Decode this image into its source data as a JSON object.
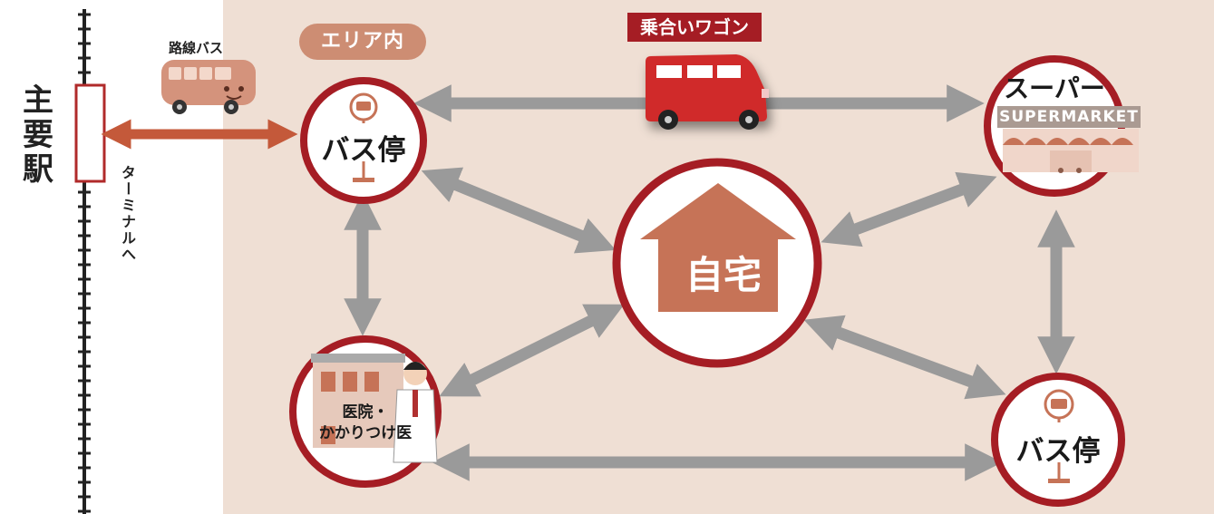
{
  "station": {
    "name": "主要駅",
    "terminal_text": "ターミナルへ"
  },
  "route_bus": {
    "label": "路線バス"
  },
  "area": {
    "label": "エリア内"
  },
  "wagon": {
    "label": "乗合いワゴン"
  },
  "nodes": {
    "bus_stop_1": {
      "label": "バス停"
    },
    "supermarket": {
      "label": "スーパー",
      "sign": "SUPERMARKET"
    },
    "home": {
      "label": "自宅"
    },
    "clinic": {
      "line1": "医院・",
      "line2": "かかりつけ医"
    },
    "bus_stop_2": {
      "label": "バス停"
    }
  },
  "colors": {
    "area_bg": "#efdfd4",
    "circle_ring": "#a51d24",
    "arrow_gray": "#9a9a9a",
    "bus_arrow": "#c4593a",
    "house": "#c67357",
    "wagon_red": "#d02a2a"
  }
}
